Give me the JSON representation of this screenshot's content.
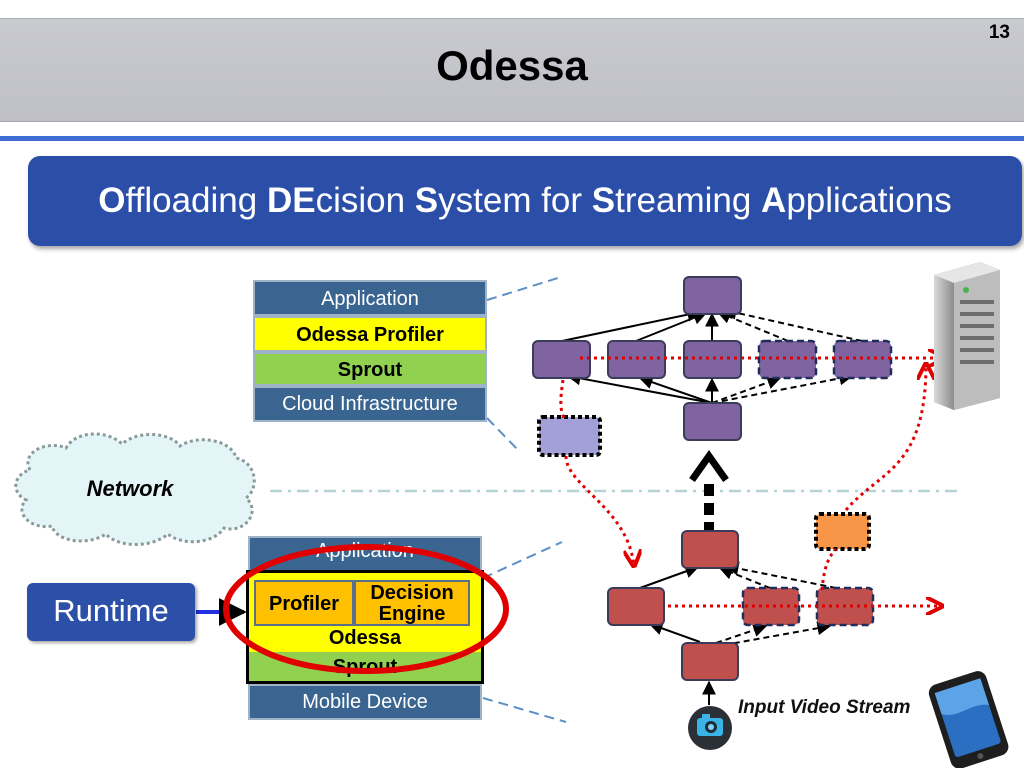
{
  "slide": {
    "title": "Odessa",
    "page_number": "13",
    "banner": [
      {
        "cap": "O",
        "rest": "ffloading "
      },
      {
        "cap": "DE",
        "rest": "cision "
      },
      {
        "cap": "S",
        "rest": "ystem for "
      },
      {
        "cap": "S",
        "rest": "treaming "
      },
      {
        "cap": "A",
        "rest": "pplications"
      }
    ]
  },
  "cloud_stack": {
    "application": "Application",
    "profiler": "Odessa Profiler",
    "sprout": "Sprout",
    "infrastructure": "Cloud Infrastructure"
  },
  "mobile_stack": {
    "application": "Application",
    "profiler": "Profiler",
    "decision_engine_line1": "Decision",
    "decision_engine_line2": "Engine",
    "odessa": "Odessa",
    "sprout": "Sprout",
    "device": "Mobile Device"
  },
  "labels": {
    "network": "Network",
    "runtime": "Runtime",
    "input_video_stream": "Input Video Stream"
  },
  "colors": {
    "banner_blue": "#2b4ea8",
    "stack_blue": "#3a6591",
    "profiler_yellow": "#ffff00",
    "sprout_green": "#92d050",
    "engine_orange": "#ffc000",
    "cloud_node": "#8064a2",
    "cloud_node_offloaded": "#a3a0d8",
    "mobile_node": "#c0504d",
    "mobile_node_offloaded": "#f79646",
    "highlight_red": "#e00000"
  },
  "icons": [
    "server-icon",
    "camera-icon",
    "smartphone-icon",
    "cloud-icon"
  ]
}
